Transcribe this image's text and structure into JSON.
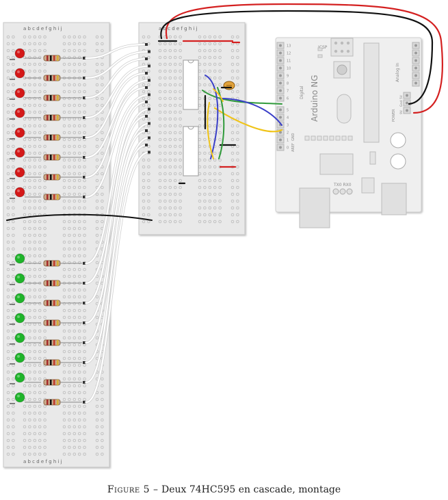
{
  "figure": {
    "caption_prefix": "Figure 5 –",
    "caption_text": "Deux 74HC595 en cascade, montage"
  },
  "breadboard_left": {
    "column_letters_top": "a b c d e   f g h i j",
    "column_letters_bottom": "a b c d e   f g h i j",
    "red_led_count": 8,
    "green_led_count": 8
  },
  "breadboard_mid": {
    "column_letters_top": "a b c d e   f g h i j",
    "chip_count": 2
  },
  "arduino": {
    "board_name": "Arduino NG",
    "digital_label": "Digital",
    "analog_label": "Analog In",
    "power_label": "POWER",
    "icsp_label": "ICSP",
    "tx_rx_label": "TX0 RX0",
    "aref_label": "AREF",
    "gnd_label": "GND",
    "pin_labels": [
      "13",
      "12",
      "11",
      "10",
      "9",
      "8",
      "7",
      "6",
      "5",
      "4",
      "3",
      "2",
      "1",
      "0"
    ],
    "power_pins": [
      "5V",
      "Gnd",
      "9V"
    ]
  },
  "colors": {
    "board_bg": "#e9e9e9",
    "board_border": "#c8c8c8",
    "hole": "#bdbdbd",
    "led_red": "#d41818",
    "led_green": "#1fb42a",
    "wire_red": "#d42020",
    "wire_black": "#111111",
    "wire_white": "#ffffff",
    "wire_green": "#2f9a3a",
    "wire_blue": "#3a3fc8",
    "wire_yellow": "#f0c419",
    "arduino_bg": "#efefef"
  }
}
